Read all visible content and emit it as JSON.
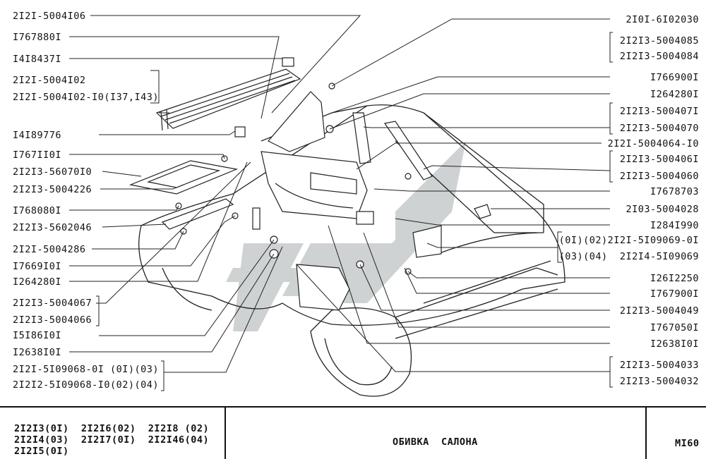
{
  "left_labels": [
    "2I2I-5004I06",
    "I767880I",
    "I4I8437I",
    "2I2I-5004I02",
    "2I2I-5004I02-I0(I37,I43)",
    "I4I89776",
    "I767II0I",
    "2I2I3-56070I0",
    "2I2I3-5004226",
    "I768080I",
    "2I2I3-5602046",
    "2I2I-5004286",
    "I7669I0I",
    "I264280I",
    "2I2I3-5004067",
    "2I2I3-5004066",
    "I5I86I0I",
    "I2638I0I",
    "2I2I-5I09068-0I (0I)(03)",
    "2I2I2-5I09068-I0(02)(04)"
  ],
  "right_labels": [
    "2I0I-6I02030",
    "2I2I3-5004085",
    "2I2I3-5004084",
    "I766900I",
    "I264280I",
    "2I2I3-500407I",
    "2I2I3-5004070",
    "2I2I-5004064-I0",
    "2I2I3-500406I",
    "2I2I3-5004060",
    "I7678703",
    "2I03-5004028",
    "I284I990",
    "(0I)(02)2I2I-5I09069-0I",
    "(03)(04)  2I2I4-5I09069",
    "I26I2250",
    "I767900I",
    "2I2I3-5004049",
    "I767050I",
    "I2638I0I",
    "2I2I3-5004033",
    "2I2I3-5004032"
  ],
  "footer": {
    "models": [
      "2I2I3(0I)  2I2I6(02)  2I2I8 (02)",
      "2I2I4(03)  2I2I7(0I)  2I2I46(04)",
      "2I2I5(0I)"
    ],
    "title": "ОБИВКА  САЛОНА",
    "page": "MI60"
  },
  "colors": {
    "ink": "#111111",
    "watermark": "#b9bdbf"
  }
}
